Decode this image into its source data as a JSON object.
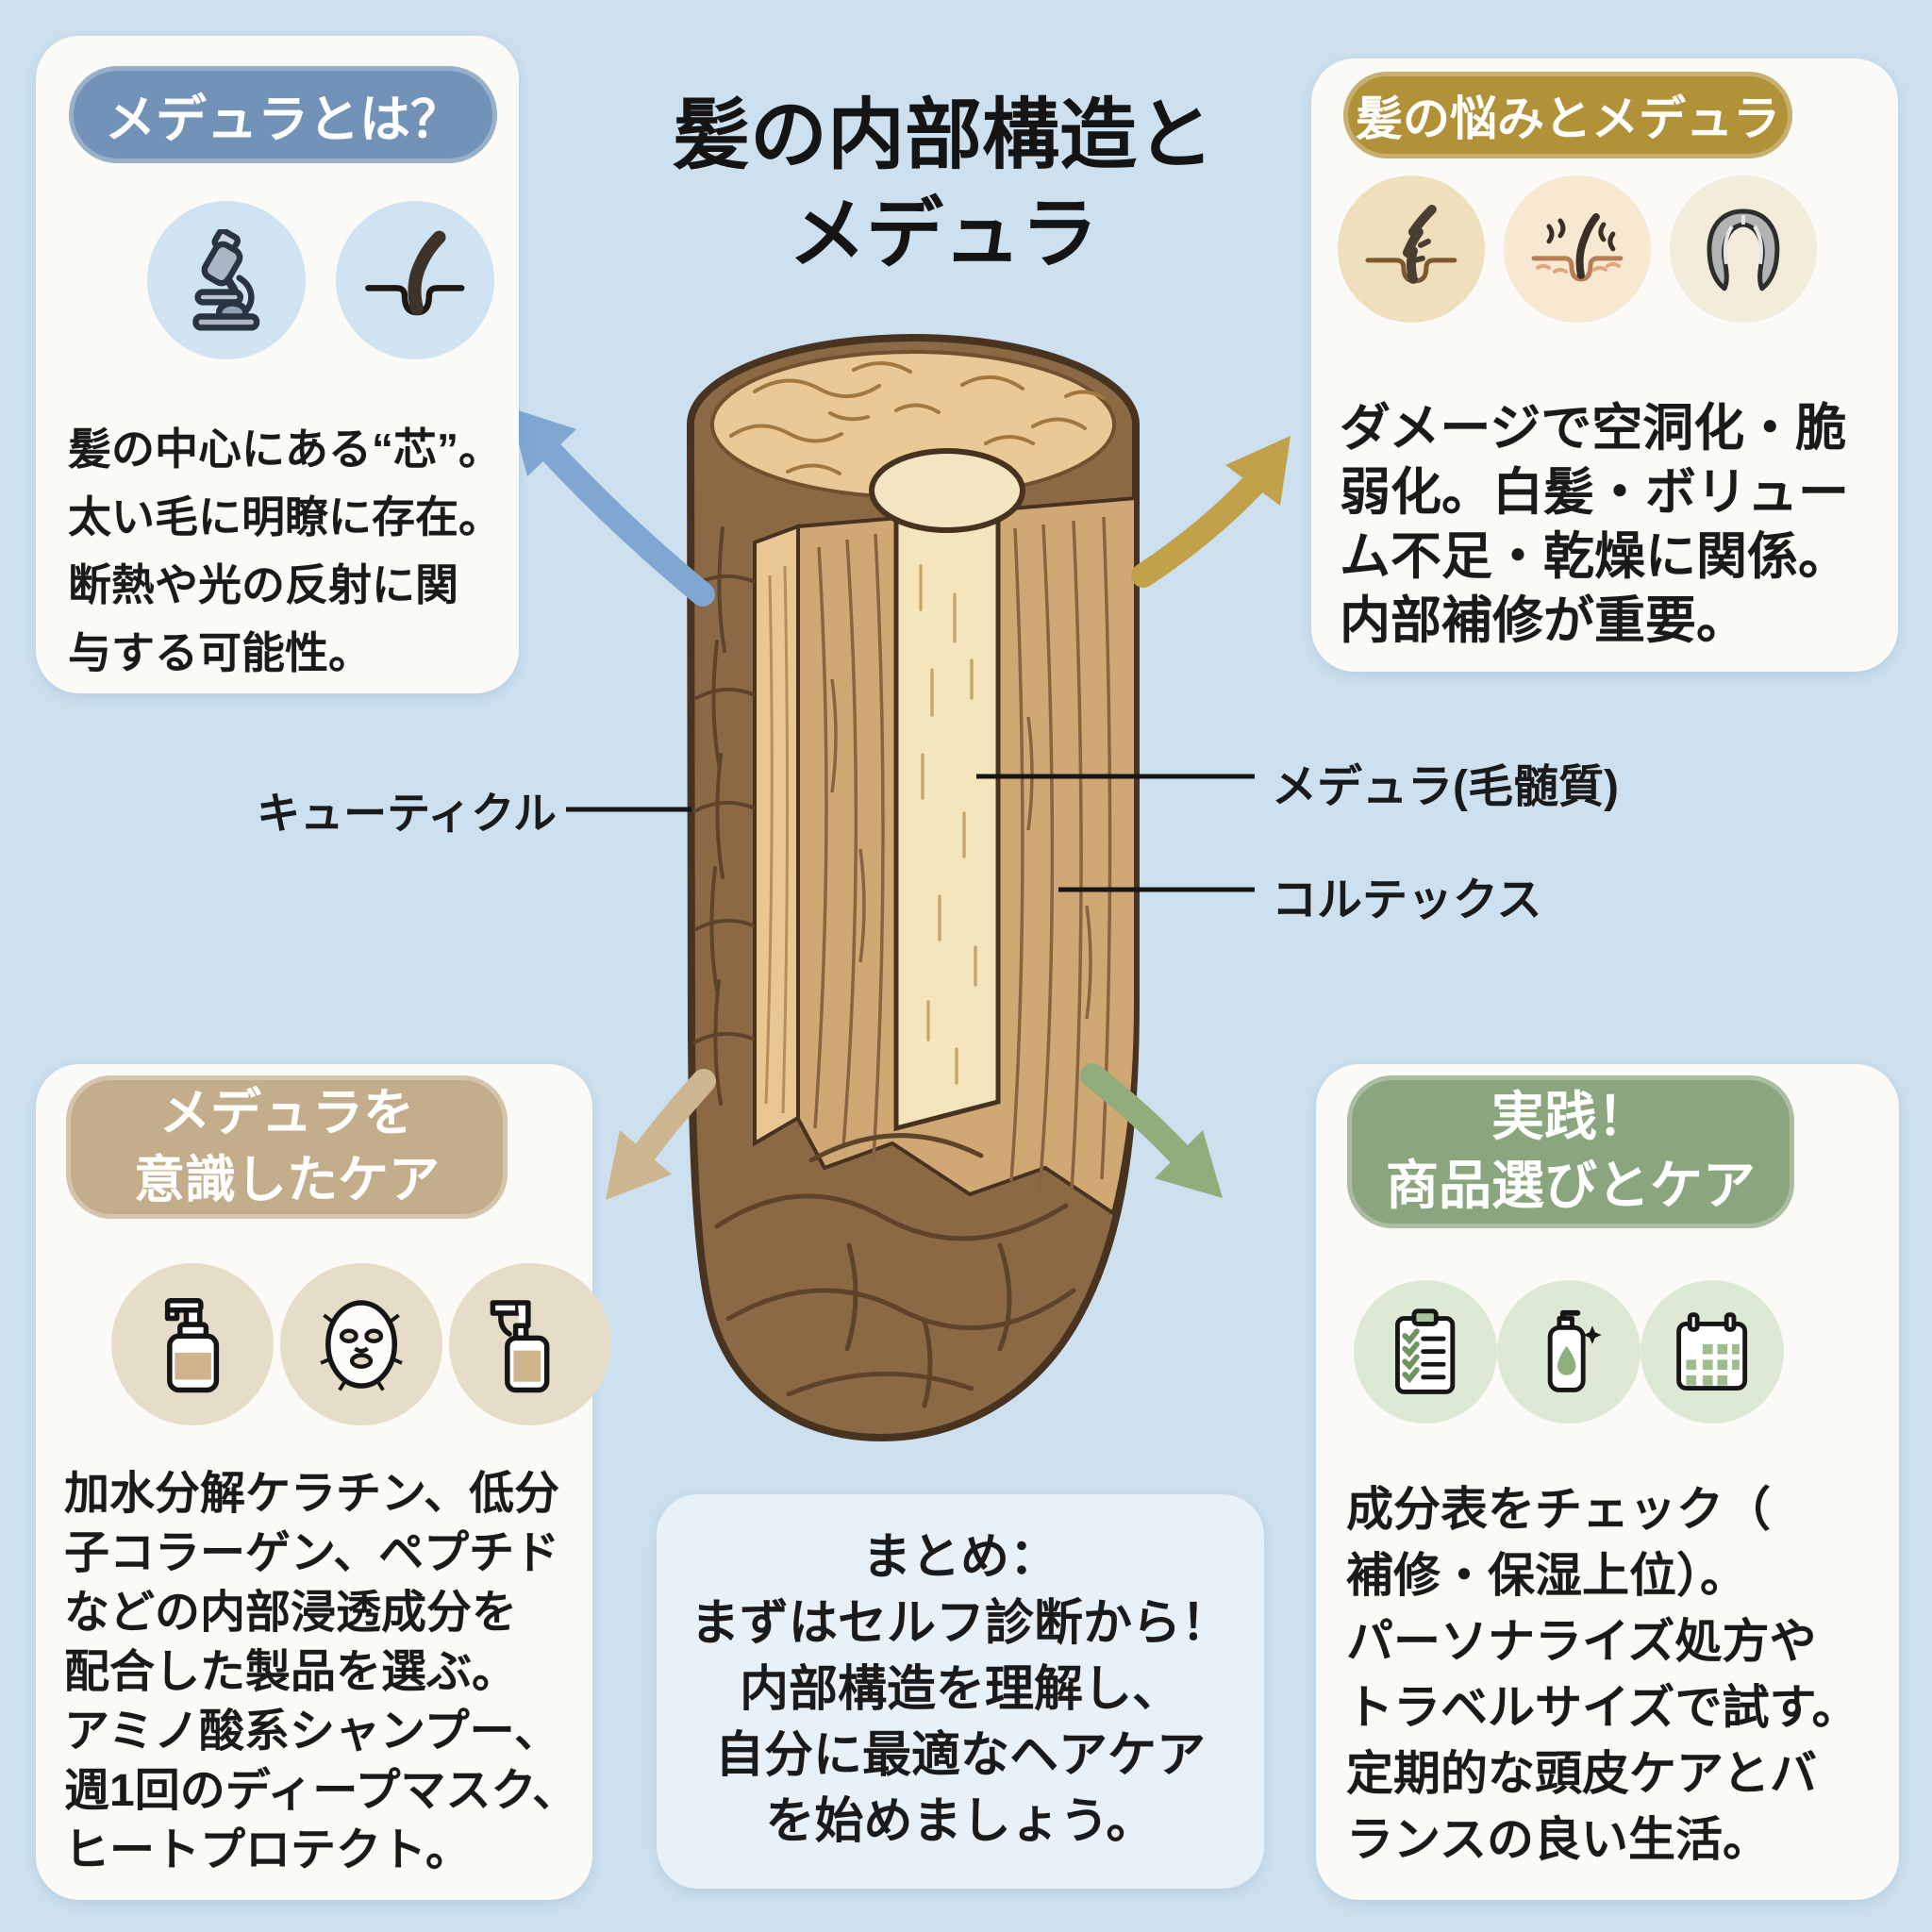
{
  "title": {
    "line1": "髪の内部構造と",
    "line2": "メデュラ"
  },
  "cards": {
    "what_is_medulla": {
      "header": "メデュラとは？",
      "icons": [
        "microscope-icon",
        "hair-follicle-icon"
      ],
      "body_lines": [
        "髪の中心にある“芯”。",
        "太い毛に明瞭に存在。",
        "断熱や光の反射に関",
        "与する可能性。"
      ]
    },
    "hair_concerns": {
      "header": "髪の悩みとメデュラ",
      "icons": [
        "damaged-hair-icon",
        "irritated-follicle-icon",
        "gray-hair-icon"
      ],
      "body_lines": [
        "ダメージで空洞化・脆",
        "弱化。白髪・ボリュー",
        "ム不足・乾燥に関係。",
        "内部補修が重要。"
      ]
    },
    "medulla_care": {
      "header_line1": "メデュラを",
      "header_line2": "意識したケア",
      "icons": [
        "pump-bottle-icon",
        "sheet-mask-icon",
        "spray-bottle-icon"
      ],
      "body_lines": [
        "加水分解ケラチン、低分",
        "子コラーゲン、ペプチド",
        "などの内部浸透成分を",
        "配合した製品を選ぶ。",
        "アミノ酸系シャンプー、",
        "週1回のディープマスク、",
        "ヒートプロテクト。"
      ]
    },
    "practice": {
      "header_line1": "実践！",
      "header_line2": "商品選びとケア",
      "icons": [
        "checklist-icon",
        "serum-bottle-icon",
        "calendar-icon"
      ],
      "body_lines": [
        "成分表をチェック（",
        "補修・保湿上位）。",
        "パーソナライズ処方や",
        "トラベルサイズで試す。",
        "定期的な頭皮ケアとバ",
        "ランスの良い生活。"
      ]
    },
    "summary": {
      "body_lines": [
        "まとめ：",
        "まずはセルフ診断から！",
        "内部構造を理解し、",
        "自分に最適なヘアケア",
        "を始めましょう。"
      ]
    }
  },
  "diagram": {
    "labels": {
      "cuticle": "キューティクル",
      "medulla": "メデュラ(毛髄質)",
      "cortex": "コルテックス"
    }
  },
  "colors": {
    "background": "#cce0ef",
    "card": "#fbfaf6",
    "summary_card": "#e8f1f7",
    "blue_pill": "#7292b8",
    "gold_pill": "#b29238",
    "tan_pill": "#c4ad8b",
    "green_pill": "#8ba57e",
    "arrow_blue": "#7fa7d1",
    "arrow_gold": "#c2a14b",
    "arrow_tan": "#cdb690",
    "arrow_green": "#93ac7c",
    "text": "#1a1a1a"
  }
}
